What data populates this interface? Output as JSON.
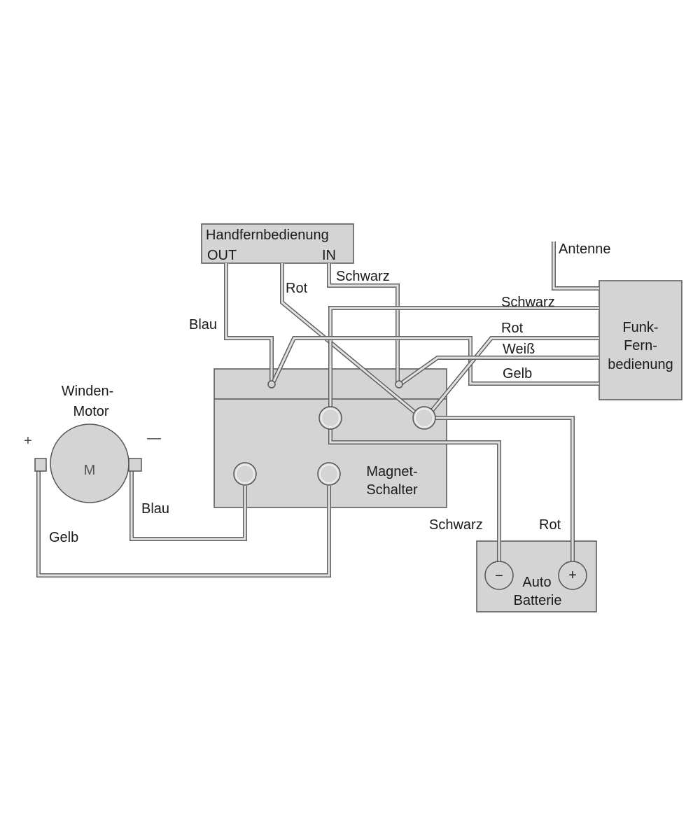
{
  "labels": {
    "handfernbedienung": "Handfernbedienung",
    "out": "OUT",
    "in": "IN",
    "antenne": "Antenne",
    "funk_1": "Funk-",
    "funk_2": "Fern-",
    "funk_3": "bedienung",
    "motor_1": "Winden-",
    "motor_2": "Motor",
    "motor_symbol": "M",
    "plus": "+",
    "minus": "—",
    "magnet_1": "Magnet-",
    "magnet_2": "Schalter",
    "batt_1": "Auto",
    "batt_2": "Batterie",
    "batt_minus": "−",
    "batt_plus": "+"
  },
  "wires": {
    "blau_top": "Blau",
    "rot_top": "Rot",
    "schwarz_top": "Schwarz",
    "schwarz_funk": "Schwarz",
    "rot_funk": "Rot",
    "weiss_funk": "Weiß",
    "gelb_funk": "Gelb",
    "blau_motor": "Blau",
    "gelb_motor": "Gelb",
    "schwarz_batt": "Schwarz",
    "rot_batt": "Rot"
  }
}
